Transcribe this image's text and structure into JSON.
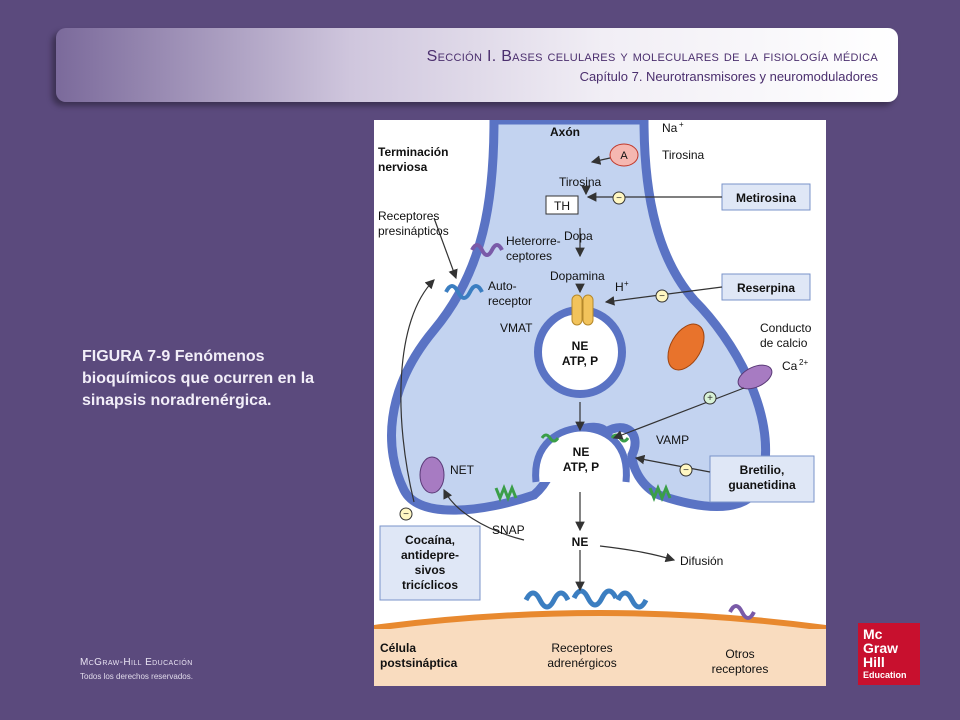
{
  "header": {
    "title": "Sección I.  Bases celulares y moleculares de la fisiología médica",
    "subtitle": "Capítulo 7.  Neurotransmisores y neuromoduladores"
  },
  "caption": "FIGURA 7-9 Fenómenos bioquímicos que ocurren en la sinapsis noradrenérgica.",
  "publisher": {
    "name": "McGraw-Hill Educación",
    "rights": "Todos los derechos reservados."
  },
  "logo": {
    "line1": "Mc",
    "line2": "Graw",
    "line3": "Hill",
    "line4": "Education"
  },
  "diagram": {
    "axon": "Axón",
    "terminal_1": "Terminación",
    "terminal_2": "nerviosa",
    "na": "Na",
    "na_sup": "+",
    "transporter_a": "A",
    "tyrosine_ext": "Tirosina",
    "tyrosine_int": "Tirosina",
    "th": "TH",
    "dopa": "Dopa",
    "dopamine": "Dopamina",
    "hplus": "H",
    "hplus_sup": "+",
    "metirosine": "Metirosina",
    "reserpine": "Reserpina",
    "presyn_1": "Receptores",
    "presyn_2": "presinápticos",
    "hetero_1": "Heterorre-",
    "hetero_2": "ceptores",
    "auto_1": "Auto-",
    "auto_2": "receptor",
    "vmat": "VMAT",
    "vesicle_ne": "NE",
    "vesicle_atp": "ATP, P",
    "calcium_1": "Conducto",
    "calcium_2": "de calcio",
    "ca": "Ca",
    "ca_sup": "2+",
    "vamp": "VAMP",
    "fusing_ne": "NE",
    "fusing_atp": "ATP, P",
    "bretylium_1": "Bretilio,",
    "bretylium_2": "guanetidina",
    "net": "NET",
    "snap": "SNAP",
    "cocaine_1": "Cocaína,",
    "cocaine_2": "antidepre-",
    "cocaine_3": "sivos",
    "cocaine_4": "tricíclicos",
    "cleft_ne": "NE",
    "diffusion": "Difusión",
    "post_1": "Célula",
    "post_2": "postsináptica",
    "adrenergic_1": "Receptores",
    "adrenergic_2": "adrenérgicos",
    "other_1": "Otros",
    "other_2": "receptores",
    "minus": "−",
    "plus": "+"
  }
}
